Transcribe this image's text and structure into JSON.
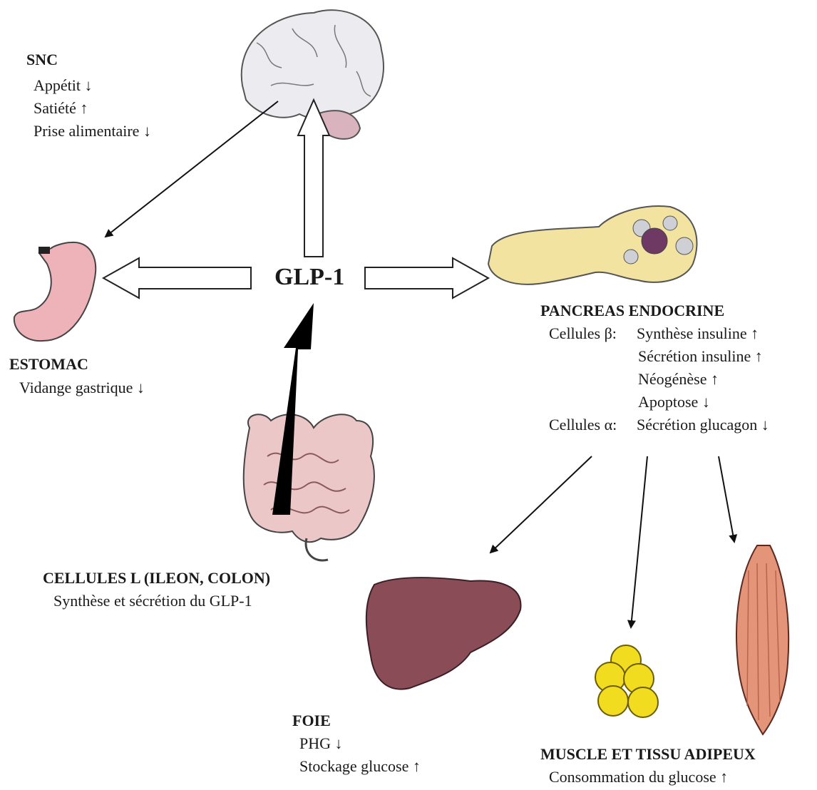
{
  "center": {
    "label": "GLP-1"
  },
  "snc": {
    "title": "SNC",
    "lines": [
      "Appétit ↓",
      "Satiété ↑",
      "Prise alimentaire ↓"
    ]
  },
  "estomac": {
    "title": "ESTOMAC",
    "lines": [
      "Vidange gastrique  ↓"
    ]
  },
  "pancreas": {
    "title": "PANCREAS ENDOCRINE",
    "beta_label": "Cellules β:",
    "beta_lines": [
      "Synthèse insuline ↑",
      "Sécrétion insuline ↑",
      "Néogénèse ↑",
      "Apoptose ↓"
    ],
    "alpha_label": "Cellules α:",
    "alpha_line": "Sécrétion glucagon ↓"
  },
  "cellules_l": {
    "title": "CELLULES L (ILEON, COLON)",
    "lines": [
      "Synthèse et sécrétion du GLP-1"
    ]
  },
  "foie": {
    "title": "FOIE",
    "lines": [
      "PHG ↓",
      "Stockage glucose ↑"
    ]
  },
  "muscle": {
    "title": "MUSCLE ET TISSU ADIPEUX",
    "lines": [
      "Consommation du glucose ↑"
    ]
  },
  "colors": {
    "brain": "#ececf0",
    "cerebellum": "#d9b3bd",
    "stomach": "#eeb3b8",
    "pancreas": "#f3e3a0",
    "intestine": "#ecc7c7",
    "liver": "#8a4c56",
    "fat": "#f2dc1f",
    "muscle": "#e49479"
  }
}
